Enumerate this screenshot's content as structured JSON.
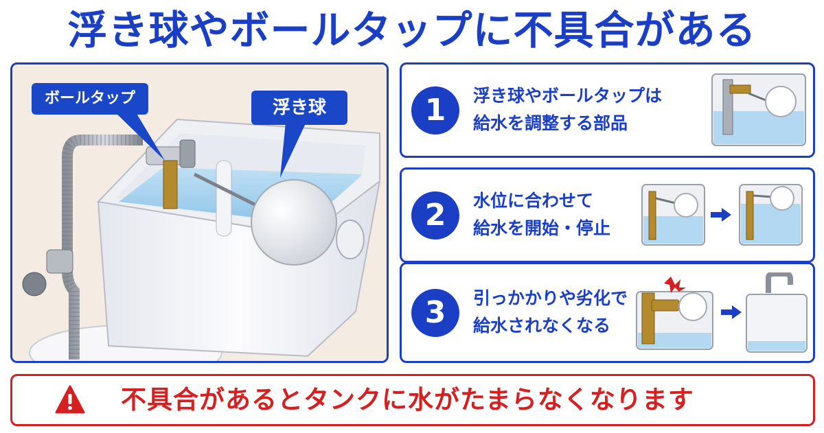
{
  "title": "浮き球やボールタップに不具合がある",
  "main_illustration": {
    "label_balltap": "ボールタップ",
    "label_float": "浮き球"
  },
  "steps": [
    {
      "number": "1",
      "line1": "浮き球やボールタップは",
      "line2": "給水を調整する部品"
    },
    {
      "number": "2",
      "line1": "水位に合わせて",
      "line2": "給水を開始・停止"
    },
    {
      "number": "3",
      "line1": "引っかかりや劣化で",
      "line2": "給水されなくなる"
    }
  ],
  "warning": {
    "text": "不具合があるとタンクに水がたまらなくなります"
  },
  "colors": {
    "primary_blue": "#1a3fc4",
    "warning_red": "#d42020",
    "water": "#a9d3ef"
  }
}
